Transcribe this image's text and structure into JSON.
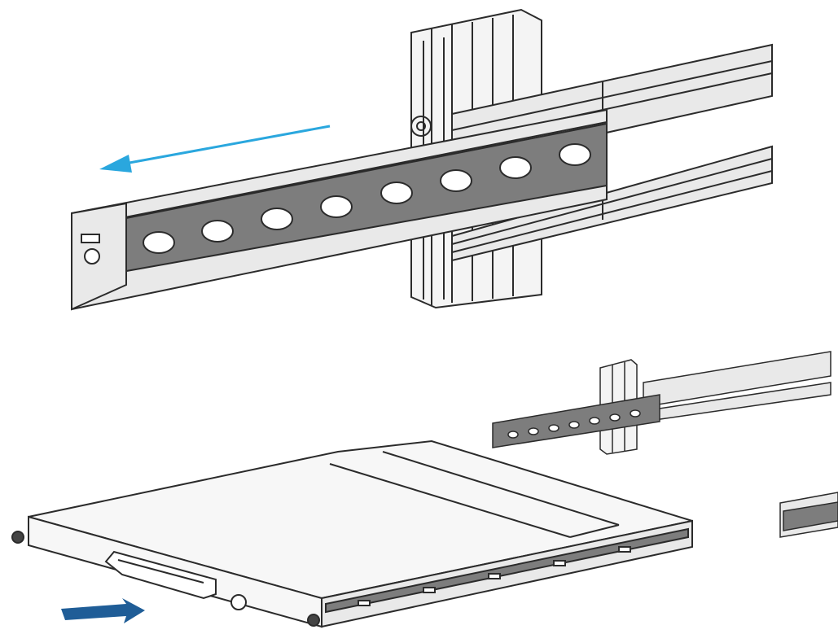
{
  "diagram": {
    "colors": {
      "background": "#ffffff",
      "line": "#2b2b2b",
      "rail_fill": "#7d7d7d",
      "rail_light": "#e9e9e9",
      "post_fill": "#f4f4f4",
      "hole_fill": "#ffffff",
      "pull_arrow": "#2aa7de",
      "push_arrow": "#1f5d97",
      "chassis_fill": "#f7f7f7"
    },
    "arrows": [
      {
        "name": "pull-arrow",
        "icon": "arrow-left-icon",
        "meaning": "pull-inner-rail-out"
      },
      {
        "name": "push-arrow",
        "icon": "arrow-right-icon",
        "meaning": "push-device-in"
      }
    ],
    "parts": [
      "upper-rail-assembly",
      "rack-post",
      "server-chassis",
      "lower-rail-assembly",
      "rear-rail-stub"
    ]
  }
}
